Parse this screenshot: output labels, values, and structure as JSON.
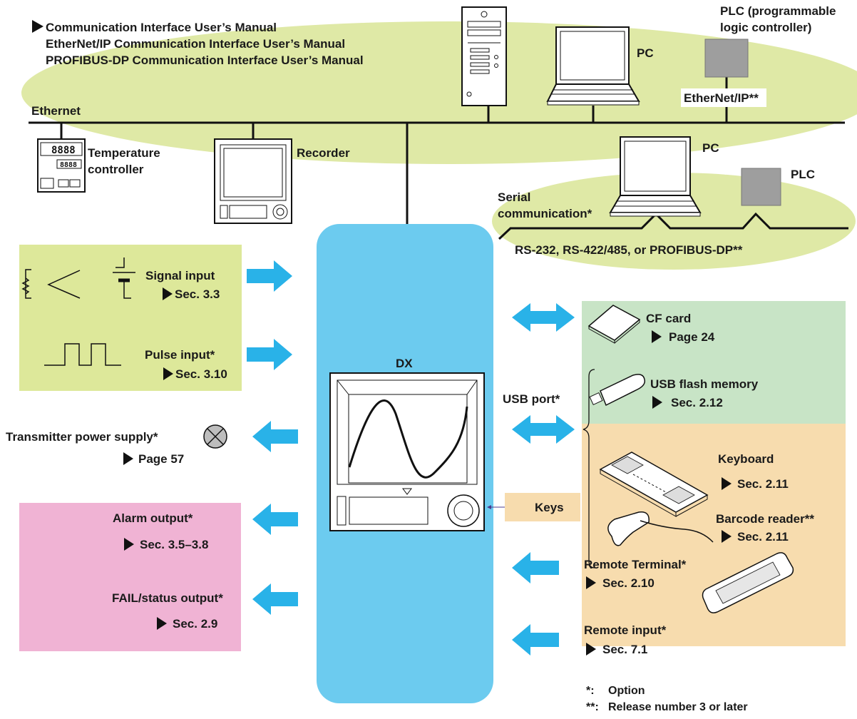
{
  "manuals": {
    "comm": "Communication Interface User’s Manual",
    "ethernetip": "EtherNet/IP Communication Interface User’s  Manual",
    "profibus": "PROFIBUS-DP Communication Interface User’s Manual"
  },
  "network": {
    "ethernet": "Ethernet",
    "pc_top": "PC",
    "plc_top_1": "PLC (programmable",
    "plc_top_2": "logic controller)",
    "ethernetip": "EtherNet/IP**",
    "temp_ctrl_1": "Temperature",
    "temp_ctrl_2": "controller",
    "recorder": "Recorder",
    "pc_serial": "PC",
    "plc_serial": "PLC",
    "serial_1": "Serial",
    "serial_2": "communication*",
    "serial_bus": "RS-232, RS-422/485, or PROFIBUS-DP**"
  },
  "inputs": {
    "signal": "Signal input",
    "signal_ref": "Sec. 3.3",
    "pulse": "Pulse input*",
    "pulse_ref": "Sec. 3.10"
  },
  "transmitter": {
    "label": "Transmitter power supply*",
    "ref": "Page 57"
  },
  "outputs": {
    "alarm": "Alarm output*",
    "alarm_ref": "Sec. 3.5–3.8",
    "fail": "FAIL/status output*",
    "fail_ref": "Sec. 2.9"
  },
  "dx": {
    "label": "DX",
    "keys": "Keys"
  },
  "storage": {
    "cf": "CF card",
    "cf_ref": "Page 24",
    "usb_mem": "USB flash memory",
    "usb_mem_ref": "Sec. 2.12",
    "usb_port": "USB port*"
  },
  "usb_devices": {
    "keyboard": "Keyboard",
    "keyboard_ref": "Sec. 2.11",
    "barcode": "Barcode reader**",
    "barcode_ref": "Sec. 2.11",
    "remote_terminal": "Remote Terminal*",
    "remote_terminal_ref": "Sec. 2.10",
    "remote_input": "Remote input*",
    "remote_input_ref": "Sec. 7.1"
  },
  "notes": {
    "n1_mark": "*:",
    "n1_text": "Option",
    "n2_mark": "**:",
    "n2_text": "Release number 3 or later"
  },
  "colors": {
    "network_ellipse": "#dfe9a6",
    "dx_body": "#6ccbef",
    "input_panel": "#dde89a",
    "output_panel": "#f0b3d4",
    "storage_panel": "#c8e4c6",
    "device_panel": "#f7dcae",
    "arrow": "#29b2e8",
    "gray_device": "#9e9e9e"
  }
}
